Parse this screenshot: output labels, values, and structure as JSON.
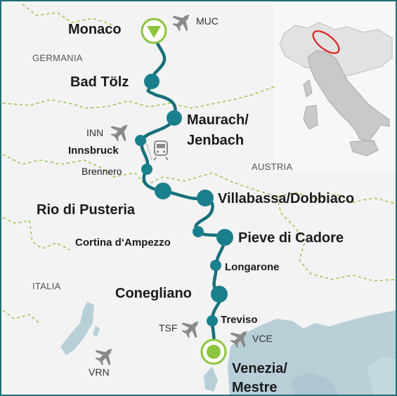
{
  "map": {
    "colors": {
      "route": "#17707a",
      "stop": "#1a7f8c",
      "terminal": "#8cc43c",
      "sea": "#b8cfd8",
      "border": "#8cc43c",
      "airport_icon": "#8a8a8a",
      "highlight": "#e02020"
    },
    "regions": {
      "germany": "GERMANIA",
      "austria": "AUSTRIA",
      "italy": "ITALIA"
    },
    "stops": {
      "monaco": "Monaco",
      "bad_tolz": "Bad Tölz",
      "maurach": "Maurach/",
      "jenbach": "Jenbach",
      "innsbruck": "Innsbruck",
      "brennero": "Brennero",
      "rio": "Rio di Pusteria",
      "villabassa": "Villabassa/Dobbiaco",
      "cortina": "Cortina d‘Ampezzo",
      "pieve": "Pieve di Cadore",
      "longarone": "Longarone",
      "conegliano": "Conegliano",
      "treviso": "Treviso",
      "venezia": "Venezia/",
      "mestre": "Mestre"
    },
    "airports": {
      "muc": "MUC",
      "inn": "INN",
      "tsf": "TSF",
      "vce": "VCE",
      "vrn": "VRN"
    },
    "icons": {
      "airport": "airplane-icon",
      "train": "train-icon",
      "start": "start-triangle-icon",
      "end": "end-point-icon",
      "inset": "italy-inset-map"
    }
  }
}
